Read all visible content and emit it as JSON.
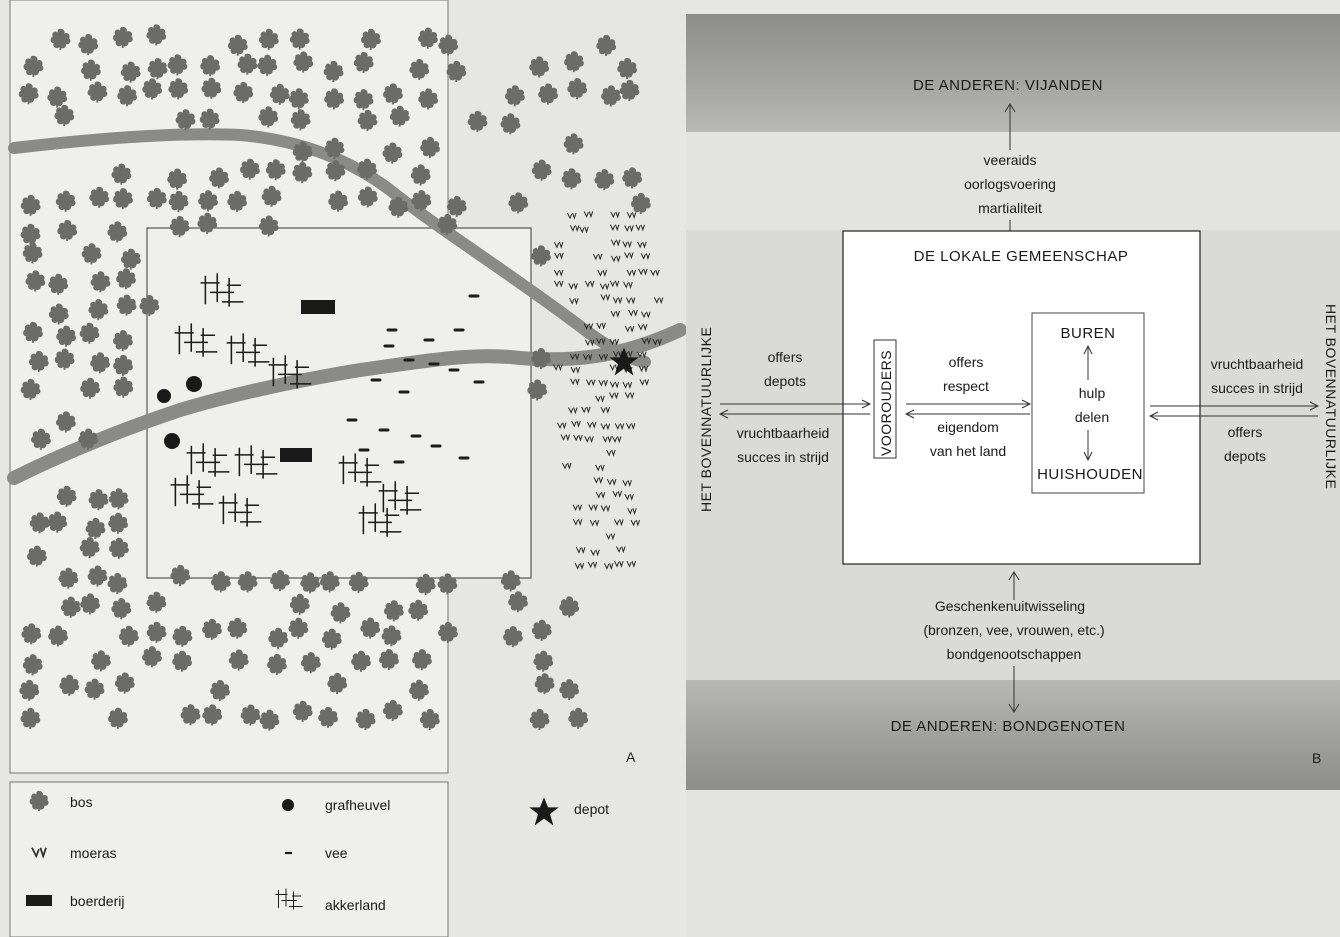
{
  "map": {
    "panel_letter": "A",
    "legend": [
      {
        "icon": "tree-icon",
        "label": "bos"
      },
      {
        "icon": "marsh-icon",
        "label": "moeras"
      },
      {
        "icon": "farm-icon",
        "label": "boerderij"
      },
      {
        "icon": "barrow-icon",
        "label": "grafheuvel"
      },
      {
        "icon": "cattle-icon",
        "label": "vee"
      },
      {
        "icon": "field-icon",
        "label": "akkerland"
      },
      {
        "icon": "depot-star-icon",
        "label": "depot"
      }
    ]
  },
  "diagram": {
    "panel_letter": "B",
    "top": "DE ANDEREN: VIJANDEN",
    "top_relations": [
      "veeraids",
      "oorlogsvoering",
      "martialiteit"
    ],
    "community": "DE LOKALE GEMEENSCHAP",
    "left_vertical": "HET BOVENNATUURLIJKE",
    "right_vertical": "HET BOVENNATUURLIJKE",
    "left_upper": [
      "offers",
      "depots"
    ],
    "left_lower": [
      "vruchtbaarheid",
      "succes in strijd"
    ],
    "ancestors": "VOOROUDERS",
    "middle_upper": [
      "offers",
      "respect"
    ],
    "middle_lower": [
      "eigendom",
      "van het land"
    ],
    "neighbours": "BUREN",
    "neighbours_relations": [
      "hulp",
      "delen"
    ],
    "household": "HUISHOUDEN",
    "right_upper": [
      "vruchtbaarheid",
      "succes in strijd"
    ],
    "right_lower": [
      "offers",
      "depots"
    ],
    "bottom_relations": [
      "Geschenkenuitwisseling",
      "(bronzen, vee, vrouwen, etc.)",
      "bondgenootschappen"
    ],
    "bottom": "DE ANDEREN: BONDGENOTEN"
  }
}
